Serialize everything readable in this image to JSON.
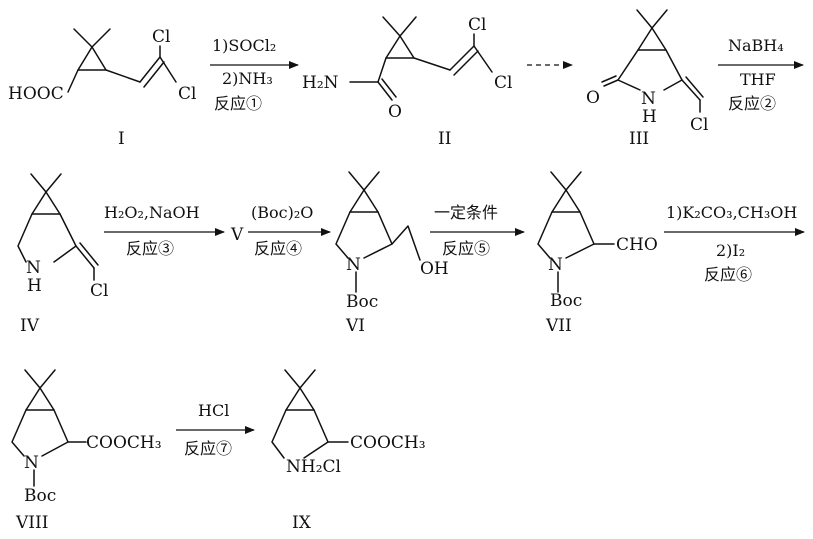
{
  "compounds": {
    "I": {
      "label": "I",
      "acid": "HOOC",
      "cl_a": "Cl",
      "cl_b": "Cl"
    },
    "II": {
      "label": "II",
      "nh2": "H₂N",
      "o": "O",
      "cl_a": "Cl",
      "cl_b": "Cl"
    },
    "III": {
      "label": "III",
      "o": "O",
      "n": "N",
      "h": "H",
      "cl": "Cl"
    },
    "IV": {
      "label": "IV",
      "n": "N",
      "h": "H",
      "cl": "Cl"
    },
    "V": {
      "label": "V"
    },
    "VI": {
      "label": "VI",
      "n": "N",
      "boc": "Boc",
      "oh": "OH"
    },
    "VII": {
      "label": "VII",
      "n": "N",
      "boc": "Boc",
      "cho": "CHO"
    },
    "VIII": {
      "label": "VIII",
      "n": "N",
      "boc": "Boc",
      "ester": "COOCH₃"
    },
    "IX": {
      "label": "IX",
      "nh2cl": "NH₂Cl",
      "ester": "COOCH₃"
    }
  },
  "steps": {
    "r1": {
      "top": "1)SOCl₂",
      "middle": "2)NH₃",
      "bottom": "反应①"
    },
    "r2": {
      "top": "NaBH₄",
      "middle": "THF",
      "bottom": "反应②"
    },
    "r3": {
      "top": "H₂O₂,NaOH",
      "bottom": "反应③"
    },
    "r4": {
      "top": "(Boc)₂O",
      "bottom": "反应④"
    },
    "r5": {
      "top": "一定条件",
      "bottom": "反应⑤"
    },
    "r6": {
      "top": "1)K₂CO₃,CH₃OH",
      "middle": "2)I₂",
      "bottom": "反应⑥"
    },
    "r7": {
      "top": "HCl",
      "bottom": "反应⑦"
    }
  }
}
